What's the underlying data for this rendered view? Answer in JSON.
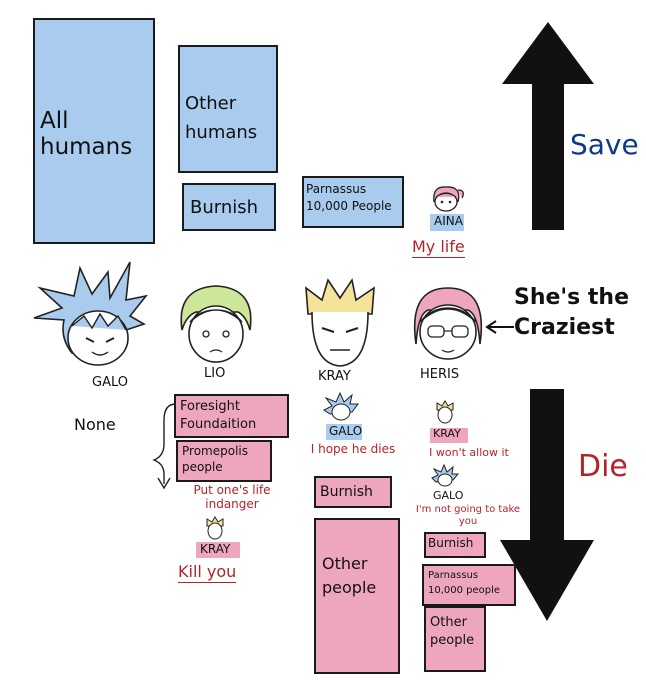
{
  "save_group": {
    "all_humans": "All humans",
    "other_humans": "Other humans",
    "burnish": "Burnish",
    "parnassus": "Parnassus 10,000 People",
    "aina_label": "AINA",
    "my_life": "My life"
  },
  "arrows": {
    "save_label": "Save",
    "die_label": "Die",
    "craziest_note": "She's the Craziest"
  },
  "characters": {
    "galo": "GALO",
    "lio": "LIO",
    "kray": "KRAY",
    "heris": "HERIS"
  },
  "die_group": {
    "galo_none": "None",
    "lio": {
      "foresight": "Foresight Foundaition",
      "promepolis": "Promepolis people",
      "note": "Put one's life indanger",
      "kray_label": "KRAY",
      "kill_you": "Kill you"
    },
    "kray": {
      "galo_label": "GALO",
      "hope": "I hope he dies",
      "burnish": "Burnish",
      "other_people": "Other people"
    },
    "heris": {
      "kray_label": "KRAY",
      "wont_allow": "I won't allow it",
      "galo_label": "GALO",
      "not_going": "I'm not going to take you",
      "burnish": "Burnish",
      "parnassus": "Parnassus 10,000 people",
      "other_people": "Other people"
    }
  },
  "colors": {
    "save_blue": "#a9cbee",
    "die_pink": "#eea6bf",
    "note_red": "#b4232a",
    "save_navy": "#0d3a8a"
  }
}
